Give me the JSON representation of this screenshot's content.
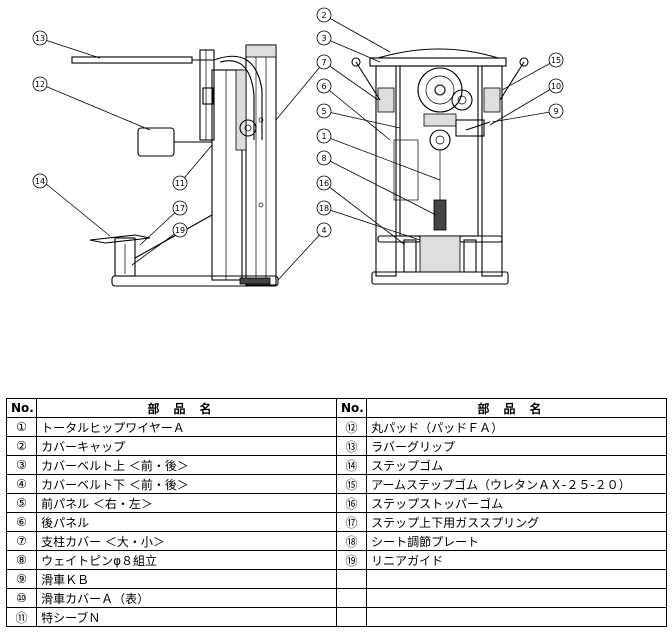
{
  "callouts": {
    "c1": "1",
    "c2": "2",
    "c3": "3",
    "c4": "4",
    "c5": "5",
    "c6": "6",
    "c7": "7",
    "c8": "8",
    "c9": "9",
    "c10": "10",
    "c11": "11",
    "c12": "12",
    "c13": "13",
    "c14": "14",
    "c15": "15",
    "c16": "16",
    "c17": "17",
    "c18": "18",
    "c19": "19"
  },
  "table": {
    "header_no": "No.",
    "header_name": "部品名",
    "left": [
      {
        "no": "①",
        "name": "トータルヒップワイヤーＡ"
      },
      {
        "no": "②",
        "name": "カバーキャップ"
      },
      {
        "no": "③",
        "name": "カバーベルト上 ＜前・後＞"
      },
      {
        "no": "④",
        "name": "カバーベルト下 ＜前・後＞"
      },
      {
        "no": "⑤",
        "name": "前パネル ＜右・左＞"
      },
      {
        "no": "⑥",
        "name": "後パネル"
      },
      {
        "no": "⑦",
        "name": "支柱カバー ＜大・小＞"
      },
      {
        "no": "⑧",
        "name": "ウェイトピンφ８組立"
      },
      {
        "no": "⑨",
        "name": "滑車ＫＢ"
      },
      {
        "no": "⑩",
        "name": "滑車カバーＡ（表）"
      },
      {
        "no": "⑪",
        "name": "特シーブＮ"
      }
    ],
    "right": [
      {
        "no": "⑫",
        "name": "丸パッド（パッドＦＡ）"
      },
      {
        "no": "⑬",
        "name": "ラバーグリップ"
      },
      {
        "no": "⑭",
        "name": "ステップゴム"
      },
      {
        "no": "⑮",
        "name": "アームステップゴム（ウレタンＡＸ-２５-２０）"
      },
      {
        "no": "⑯",
        "name": "ステップストッパーゴム"
      },
      {
        "no": "⑰",
        "name": "ステップ上下用ガススプリング"
      },
      {
        "no": "⑱",
        "name": "シート調節プレート"
      },
      {
        "no": "⑲",
        "name": "リニアガイド"
      },
      {
        "no": "",
        "name": ""
      },
      {
        "no": "",
        "name": ""
      },
      {
        "no": "",
        "name": ""
      }
    ]
  }
}
